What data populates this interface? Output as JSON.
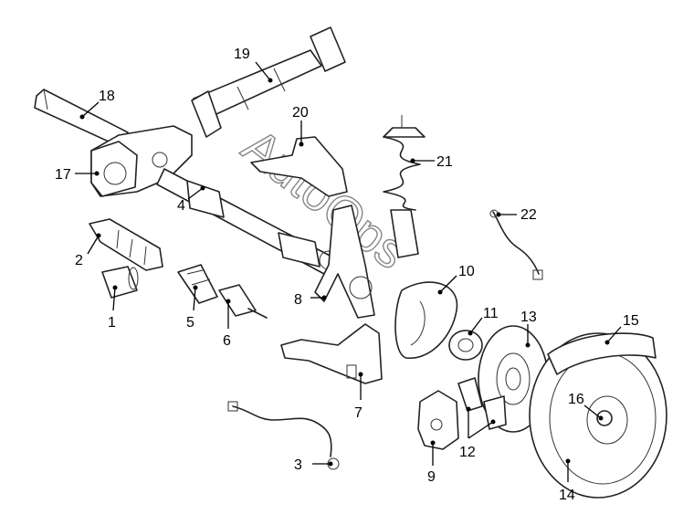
{
  "diagram": {
    "watermark": "AutoOps",
    "callouts": [
      "1",
      "2",
      "3",
      "4",
      "5",
      "6",
      "7",
      "8",
      "9",
      "10",
      "11",
      "12",
      "13",
      "14",
      "15",
      "16",
      "17",
      "18",
      "19",
      "20",
      "21",
      "22"
    ]
  }
}
